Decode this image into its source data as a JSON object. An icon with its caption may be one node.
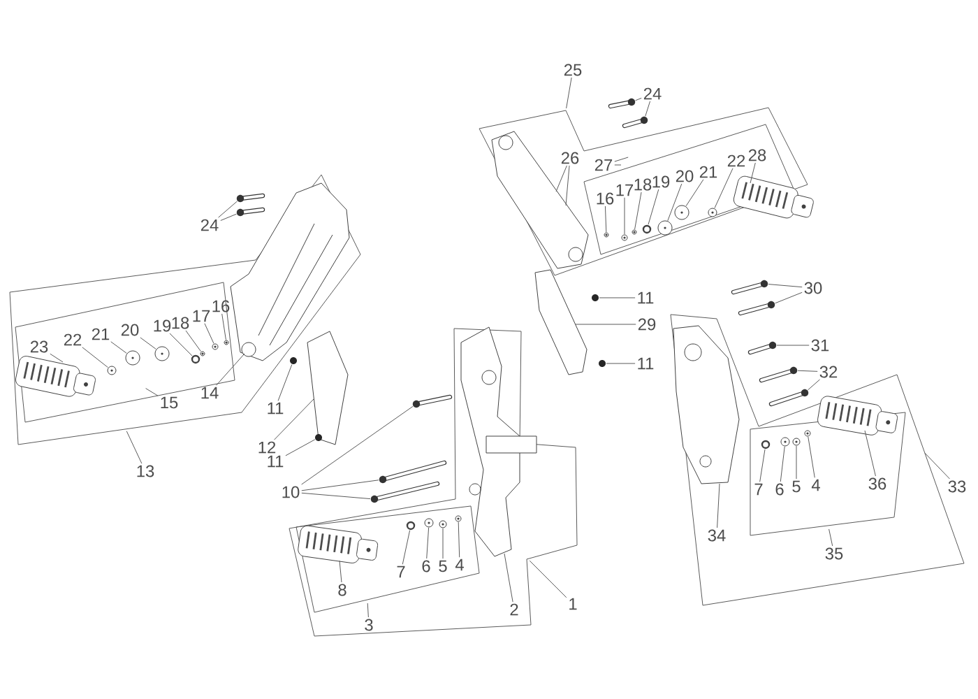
{
  "diagram": {
    "nodes": [
      {
        "text": [
          "25"
        ]
      },
      {
        "text": [
          "24"
        ]
      },
      {
        "text": [
          "26"
        ]
      },
      {
        "text": [
          "27"
        ]
      },
      {
        "text": [
          "16"
        ]
      },
      {
        "text": [
          "17"
        ]
      },
      {
        "text": [
          "18"
        ]
      },
      {
        "text": [
          "19"
        ]
      },
      {
        "text": [
          "20"
        ]
      },
      {
        "text": [
          "21"
        ]
      },
      {
        "text": [
          "22"
        ]
      },
      {
        "text": [
          "28"
        ]
      },
      {
        "text": [
          "24"
        ]
      },
      {
        "text": [
          "23"
        ]
      },
      {
        "text": [
          "22"
        ]
      },
      {
        "text": [
          "21"
        ]
      },
      {
        "text": [
          "20"
        ]
      },
      {
        "text": [
          "19"
        ]
      },
      {
        "text": [
          "18"
        ]
      },
      {
        "text": [
          "17"
        ]
      },
      {
        "text": [
          "16"
        ]
      },
      {
        "text": [
          "15"
        ]
      },
      {
        "text": [
          "14"
        ]
      },
      {
        "text": [
          "13"
        ]
      },
      {
        "text": [
          "11"
        ]
      },
      {
        "text": [
          "29"
        ]
      },
      {
        "text": [
          "11"
        ]
      },
      {
        "text": [
          "30"
        ]
      },
      {
        "text": [
          "31"
        ]
      },
      {
        "text": [
          "32"
        ]
      },
      {
        "text": [
          "11"
        ]
      },
      {
        "text": [
          "12"
        ]
      },
      {
        "text": [
          "11"
        ]
      },
      {
        "text": [
          "10"
        ]
      },
      {
        "text": [
          "7"
        ]
      },
      {
        "text": [
          "6"
        ]
      },
      {
        "text": [
          "5"
        ]
      },
      {
        "text": [
          "4"
        ]
      },
      {
        "text": [
          "36"
        ]
      },
      {
        "text": [
          "33"
        ]
      },
      {
        "text": [
          "34"
        ]
      },
      {
        "text": [
          "35"
        ]
      },
      {
        "text": [
          "8"
        ]
      },
      {
        "text": [
          "7"
        ]
      },
      {
        "text": [
          "6"
        ]
      },
      {
        "text": [
          "5"
        ]
      },
      {
        "text": [
          "4"
        ]
      },
      {
        "text": [
          "3"
        ]
      },
      {
        "text": [
          "2"
        ]
      },
      {
        "text": [
          "1"
        ]
      },
      {
        "text": [],
        "shape": "picture"
      },
      {
        "text": [],
        "shape": "picture"
      },
      {
        "text": [],
        "shape": "picture"
      },
      {
        "text": [],
        "shape": "picture"
      },
      {
        "text": [],
        "shape": "picture"
      },
      {
        "text": [],
        "shape": "picture"
      },
      {
        "text": [],
        "shape": "picture"
      },
      {
        "text": [],
        "shape": "picture"
      },
      {
        "text": [],
        "shape": "picture"
      },
      {
        "text": [],
        "shape": "picture"
      },
      {
        "text": [],
        "shape": "picture"
      },
      {
        "text": [],
        "shape": "picture"
      },
      {
        "text": [],
        "shape": "picture"
      },
      {
        "text": [],
        "shape": "picture"
      },
      {
        "text": [],
        "shape": "picture"
      },
      {
        "text": [],
        "shape": "picture"
      },
      {
        "text": [],
        "shape": "picture"
      },
      {
        "text": [],
        "shape": "picture"
      },
      {
        "text": [],
        "shape": "picture"
      },
      {
        "text": [],
        "shape": "picture"
      },
      {
        "text": [],
        "shape": "picture"
      },
      {
        "text": [],
        "shape": "picture"
      },
      {
        "text": [],
        "shape": "picture"
      },
      {
        "text": [],
        "shape": "picture"
      },
      {
        "text": [],
        "shape": "picture"
      },
      {
        "text": [],
        "shape": "picture"
      },
      {
        "text": [],
        "shape": "picture"
      },
      {
        "text": [],
        "shape": "picture"
      },
      {
        "text": [],
        "shape": "picture"
      },
      {
        "text": [],
        "shape": "picture"
      },
      {
        "text": [],
        "shape": "picture"
      },
      {
        "text": [],
        "shape": "picture"
      },
      {
        "text": [],
        "shape": "picture"
      },
      {
        "text": [],
        "shape": "picture"
      },
      {
        "text": [],
        "shape": "picture"
      },
      {
        "text": [],
        "shape": "picture"
      },
      {
        "text": [],
        "shape": "picture"
      },
      {
        "text": [],
        "shape": "picture"
      },
      {
        "text": [],
        "shape": "picture"
      },
      {
        "text": [],
        "shape": "picture"
      },
      {
        "text": [],
        "shape": "picture"
      },
      {
        "text": [],
        "shape": "picture"
      },
      {
        "text": [],
        "shape": "picture"
      },
      {
        "text": [],
        "shape": "picture"
      },
      {
        "text": [],
        "shape": "picture"
      },
      {
        "text": [],
        "shape": "picture"
      },
      {
        "text": [],
        "shape": "picture"
      },
      {
        "text": [],
        "shape": "picture"
      }
    ],
    "edges": [
      {
        "from": 0,
        "to": null,
        "arrow": "none"
      },
      {
        "from": 1,
        "to": 50,
        "arrow": "none"
      },
      {
        "from": 1,
        "to": 51,
        "arrow": "none"
      },
      {
        "from": 2,
        "to": 52,
        "arrow": "none"
      },
      {
        "from": 2,
        "to": 52,
        "arrow": "none"
      },
      {
        "from": 3,
        "to": null,
        "arrow": "none"
      },
      {
        "from": 3,
        "to": null,
        "arrow": "none"
      },
      {
        "from": 4,
        "to": 53,
        "arrow": "none"
      },
      {
        "from": 5,
        "to": 54,
        "arrow": "none"
      },
      {
        "from": 6,
        "to": 55,
        "arrow": "none"
      },
      {
        "from": 7,
        "to": 56,
        "arrow": "none"
      },
      {
        "from": 8,
        "to": 57,
        "arrow": "none"
      },
      {
        "from": 9,
        "to": 58,
        "arrow": "none"
      },
      {
        "from": 10,
        "to": 59,
        "arrow": "none"
      },
      {
        "from": 11,
        "to": 60,
        "arrow": "none"
      },
      {
        "from": 12,
        "to": 61,
        "arrow": "none"
      },
      {
        "from": 12,
        "to": 62,
        "arrow": "none"
      },
      {
        "from": 13,
        "to": 63,
        "arrow": "none"
      },
      {
        "from": 14,
        "to": 64,
        "arrow": "none"
      },
      {
        "from": 15,
        "to": 65,
        "arrow": "none"
      },
      {
        "from": 16,
        "to": 66,
        "arrow": "none"
      },
      {
        "from": 17,
        "to": 67,
        "arrow": "none"
      },
      {
        "from": 18,
        "to": 68,
        "arrow": "none"
      },
      {
        "from": 19,
        "to": 69,
        "arrow": "none"
      },
      {
        "from": 20,
        "to": 70,
        "arrow": "none"
      },
      {
        "from": 21,
        "to": null,
        "arrow": "none"
      },
      {
        "from": 22,
        "to": 71,
        "arrow": "none"
      },
      {
        "from": 23,
        "to": null,
        "arrow": "none"
      },
      {
        "from": 24,
        "to": 72,
        "arrow": "none"
      },
      {
        "from": 25,
        "to": 73,
        "arrow": "none"
      },
      {
        "from": 26,
        "to": 74,
        "arrow": "none"
      },
      {
        "from": 27,
        "to": 75,
        "arrow": "none"
      },
      {
        "from": 27,
        "to": 76,
        "arrow": "none"
      },
      {
        "from": 28,
        "to": 77,
        "arrow": "none"
      },
      {
        "from": 29,
        "to": 78,
        "arrow": "none"
      },
      {
        "from": 29,
        "to": 79,
        "arrow": "none"
      },
      {
        "from": 30,
        "to": 80,
        "arrow": "none"
      },
      {
        "from": 31,
        "to": 81,
        "arrow": "none"
      },
      {
        "from": 32,
        "to": 82,
        "arrow": "none"
      },
      {
        "from": 33,
        "to": 83,
        "arrow": "none"
      },
      {
        "from": 33,
        "to": 84,
        "arrow": "none"
      },
      {
        "from": 33,
        "to": 85,
        "arrow": "none"
      },
      {
        "from": 34,
        "to": 86,
        "arrow": "none"
      },
      {
        "from": 35,
        "to": 87,
        "arrow": "none"
      },
      {
        "from": 36,
        "to": 88,
        "arrow": "none"
      },
      {
        "from": 37,
        "to": 89,
        "arrow": "none"
      },
      {
        "from": 38,
        "to": 90,
        "arrow": "none"
      },
      {
        "from": 39,
        "to": null,
        "arrow": "none"
      },
      {
        "from": 40,
        "to": 91,
        "arrow": "none"
      },
      {
        "from": 41,
        "to": null,
        "arrow": "none"
      },
      {
        "from": 42,
        "to": 92,
        "arrow": "none"
      },
      {
        "from": 43,
        "to": 93,
        "arrow": "none"
      },
      {
        "from": 44,
        "to": 94,
        "arrow": "none"
      },
      {
        "from": 45,
        "to": 95,
        "arrow": "none"
      },
      {
        "from": 46,
        "to": 96,
        "arrow": "none"
      },
      {
        "from": 47,
        "to": null,
        "arrow": "none"
      },
      {
        "from": 48,
        "to": 97,
        "arrow": "none"
      },
      {
        "from": 49,
        "to": null,
        "arrow": "none"
      }
    ]
  }
}
